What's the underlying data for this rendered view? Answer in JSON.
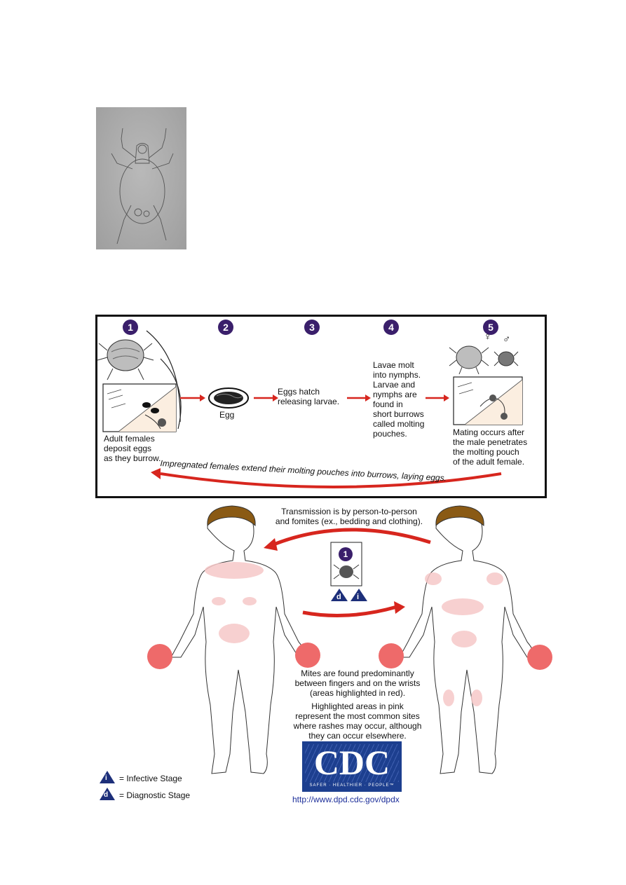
{
  "colors": {
    "step_badge": "#3a1f6b",
    "arrow_red": "#d7261e",
    "skin_fill": "#fbeee0",
    "hair_brown": "#8a5a14",
    "rash_pink": "#f6c8c8",
    "mite_site_red": "#ee6a6a",
    "cdc_blue": "#1d3f8f"
  },
  "steps": [
    {
      "num": "1"
    },
    {
      "num": "2"
    },
    {
      "num": "3"
    },
    {
      "num": "4"
    },
    {
      "num": "5"
    }
  ],
  "cycle": {
    "step1_caption": [
      "Adult females",
      "deposit eggs",
      "as they burrow."
    ],
    "egg_label": "Egg",
    "step3_caption": [
      "Eggs hatch",
      "releasing larvae."
    ],
    "step4_caption": [
      "Lavae molt",
      "into nymphs.",
      "Larvae and",
      "nymphs are",
      "found in",
      "short burrows",
      "called molting",
      "pouches."
    ],
    "step5_caption": [
      "Mating occurs after",
      "the male penetrates",
      "the molting pouch",
      "of the adult female."
    ],
    "female_symbol": "♀",
    "male_symbol": "♂",
    "return_arrow_text": "Impregnated females extend their molting pouches into burrows, laying eggs."
  },
  "transmission": {
    "caption": [
      "Transmission is by person-to-person",
      "and fomites (ex., bedding and clothing)."
    ],
    "inset_step": "1",
    "badge_d": "d",
    "badge_i": "i"
  },
  "body_notes": {
    "mites_text": [
      "Mites are found predominantly",
      "between fingers and on the wrists",
      "(areas highlighted in red)."
    ],
    "rash_text": [
      "Highlighted areas in pink",
      "represent the most common sites",
      "where rashes may occur, although",
      "they can occur elsewhere."
    ]
  },
  "legend": [
    {
      "symbol": "i",
      "label": "= Infective Stage"
    },
    {
      "symbol": "d",
      "label": "= Diagnostic Stage"
    }
  ],
  "cdc": {
    "logo_text": "CDC",
    "tagline": "SAFER · HEALTHIER · PEOPLE™",
    "url": "http://www.dpd.cdc.gov/dpdx"
  }
}
